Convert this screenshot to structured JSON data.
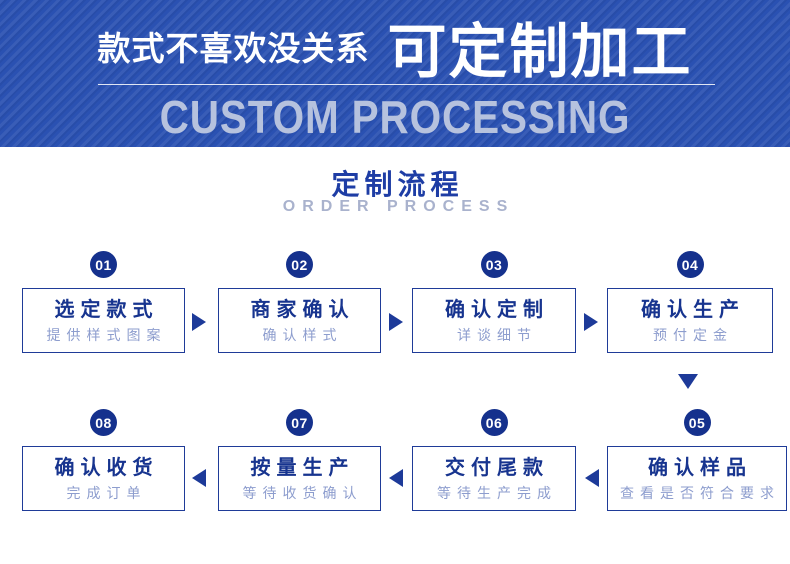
{
  "banner": {
    "tagline": "款式不喜欢没关系",
    "title": "可定制加工",
    "subtitle_en": "CUSTOM PROCESSING"
  },
  "section": {
    "title": "定制流程",
    "subtitle_en": "ORDER PROCESS"
  },
  "flow": {
    "steps": [
      {
        "num": "01",
        "title": "选定款式",
        "desc": "提供样式图案"
      },
      {
        "num": "02",
        "title": "商家确认",
        "desc": "确认样式"
      },
      {
        "num": "03",
        "title": "确认定制",
        "desc": "详谈细节"
      },
      {
        "num": "04",
        "title": "确认生产",
        "desc": "预付定金"
      },
      {
        "num": "05",
        "title": "确认样品",
        "desc": "查看是否符合要求"
      },
      {
        "num": "06",
        "title": "交付尾款",
        "desc": "等待生产完成"
      },
      {
        "num": "07",
        "title": "按量生产",
        "desc": "等待收货确认"
      },
      {
        "num": "08",
        "title": "确认收货",
        "desc": "完成订单"
      }
    ],
    "row1_order": [
      "01",
      "02",
      "03",
      "04"
    ],
    "row2_order": [
      "08",
      "07",
      "06",
      "05"
    ]
  },
  "icons": {
    "arrow_right": "right-triangle",
    "arrow_left": "left-triangle",
    "arrow_down": "down-triangle"
  },
  "colors": {
    "banner_bg": "#2a51b2",
    "banner_text": "#ffffff",
    "banner_subtitle": "#b6c2de",
    "section_title": "#1e3da5",
    "section_subtitle": "#a9b2cd",
    "badge_bg": "#15318d",
    "box_border": "#1f3b98",
    "box_title": "#17348f",
    "box_desc": "#8d9dce",
    "arrow": "#1d3a99"
  }
}
